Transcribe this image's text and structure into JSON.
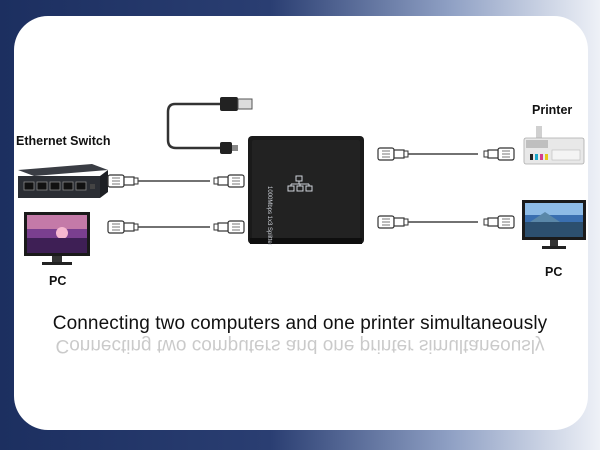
{
  "labels": {
    "ethernet_switch": "Ethernet Switch",
    "printer": "Printer",
    "pc_left": "PC",
    "pc_right": "PC"
  },
  "device": {
    "model_text": "1000Mbps 1x3 Splitter"
  },
  "caption": {
    "text": "Connecting two computers and one printer simultaneously"
  },
  "colors": {
    "frame_dark": "#1c2f60",
    "panel": "#ffffff",
    "device_body": "#1a1a1a",
    "cable": "#444444"
  }
}
